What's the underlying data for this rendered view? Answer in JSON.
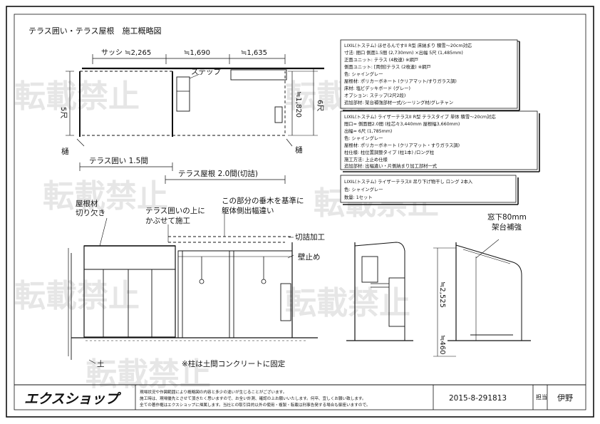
{
  "title": "テラス囲い・テラス屋根　施工概略図",
  "watermark": "転載禁止",
  "plan": {
    "dims_top": [
      "サッシ ≒2,265",
      "≒1,690",
      "≒1,635"
    ],
    "step_label": "ステップ",
    "left_dim": "5尺",
    "right_dim_1820": "≒1,820",
    "right_dim_6shaku": "6尺",
    "gutter_left": "樋",
    "gutter_right": "樋",
    "enclosure_dim": "テラス囲い 1.5間",
    "roof_dim": "テラス屋根 2.0間(切詰)"
  },
  "spec_box_1": {
    "lines": [
      "LIXIL(トステム) ほせるんですII R型 床納まり 積雪～20cm対応",
      "寸法: 間口 側面1.5間 (2,730mm) ×出幅 5尺 (1,485mm)",
      "正面ユニット: テラス (4枚連) ※網戸",
      "側面ユニット: [両側]テラス (2枚連) ※網戸",
      "色: シャイングレー",
      "屋根材: ポリカーボネート (クリアマット/すりガラス調)",
      "床材: 塩ビデッキボード (グレー)",
      "オプション: ステップ(2尺2段)",
      "追加部材: 架台補強部材一式/シーリング材/グレチャン"
    ]
  },
  "spec_box_2": {
    "lines": [
      "LIXIL(トステム) ライザーテラスII R型 テラスタイプ 単体 積雪～20cm対応",
      "間口= 側面間2.0間 (柱芯々3,440mm 屋根幅3,660mm)",
      "出幅= 6尺 (1,785mm)",
      "色: シャイングレー",
      "屋根材: ポリカーボネート (クリアマット・すりガラス調)",
      "柱仕様: 柱位置調整タイプ (柱1本) /ロング柱",
      "施工方法: 上止め仕様",
      "追加部材: 出幅違い・片側納まり加工部材一式"
    ]
  },
  "spec_box_3": {
    "lines": [
      "LIXIL(トステム) ライザーテラスII 吊り下げ物干し ロング 2本入",
      "色: シャイングレー",
      "数量: 1セット"
    ]
  },
  "elevation": {
    "label_roof_notch_1": "屋根材",
    "label_roof_notch_2": "切り欠き",
    "label_cover_1": "テラス囲いの上に",
    "label_cover_2": "かぶせて施工",
    "label_rafter_1": "この部分の垂木を基準に",
    "label_rafter_2": "躯体側出幅違い",
    "label_cut": "切詰加工",
    "label_wall_stop": "壁止め",
    "label_ground": "土",
    "note_column": "※柱は土間コンクリートに固定"
  },
  "section": {
    "label_window_1": "窓下80mm",
    "label_window_2": "架台補強",
    "dim_2525": "≒2,525",
    "dim_460": "≒460"
  },
  "footer": {
    "logo": "エクスショップ",
    "notes": [
      "現場状況や作図範囲により概略図の内容と多少の違いが生じることがございます。",
      "施工時は、現場優先とさせて頂きたく思いますので、お全い計測、確認の上お願いいたします。何卒、宜しくお願い致します。",
      "全ての著作権はエクスショップに帰属します。当社との取引目的以外の使用・複製・転載は刑事告発する場合も御座いますので。"
    ],
    "doc_no": "2015-8-291813",
    "assignee_label": "担当",
    "assignee": "伊野"
  }
}
